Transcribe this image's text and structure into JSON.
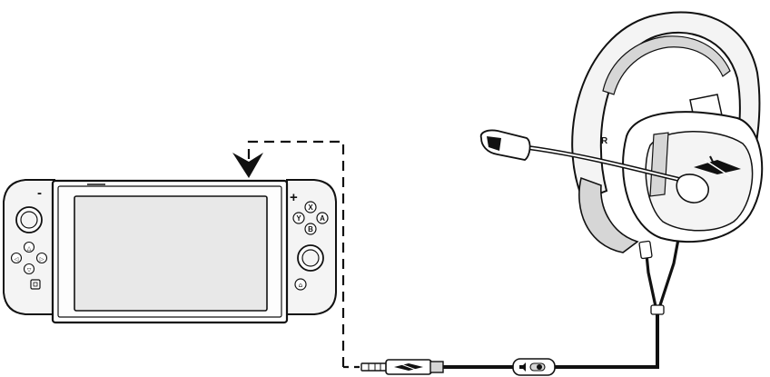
{
  "console": {
    "minus_label": "-",
    "plus_label": "+",
    "buttons": {
      "x": "X",
      "y": "Y",
      "a": "A",
      "b": "B"
    },
    "dpad_glyphs": {
      "up": "△",
      "left": "◁",
      "right": "▷",
      "down": "▽"
    },
    "capture_glyph": "□",
    "home_glyph": "⌂"
  },
  "headset": {
    "side_label": "R",
    "logo_icon": "hyperx-logo-icon"
  },
  "cable": {
    "plug_logo_icon": "hyperx-logo-icon",
    "inline_control_icon": "volume-slider-icon"
  },
  "colors": {
    "line": "#111111",
    "light_fill": "#f4f4f4",
    "mid_fill": "#d6d6d6",
    "screen_fill": "#e8e8e8"
  }
}
